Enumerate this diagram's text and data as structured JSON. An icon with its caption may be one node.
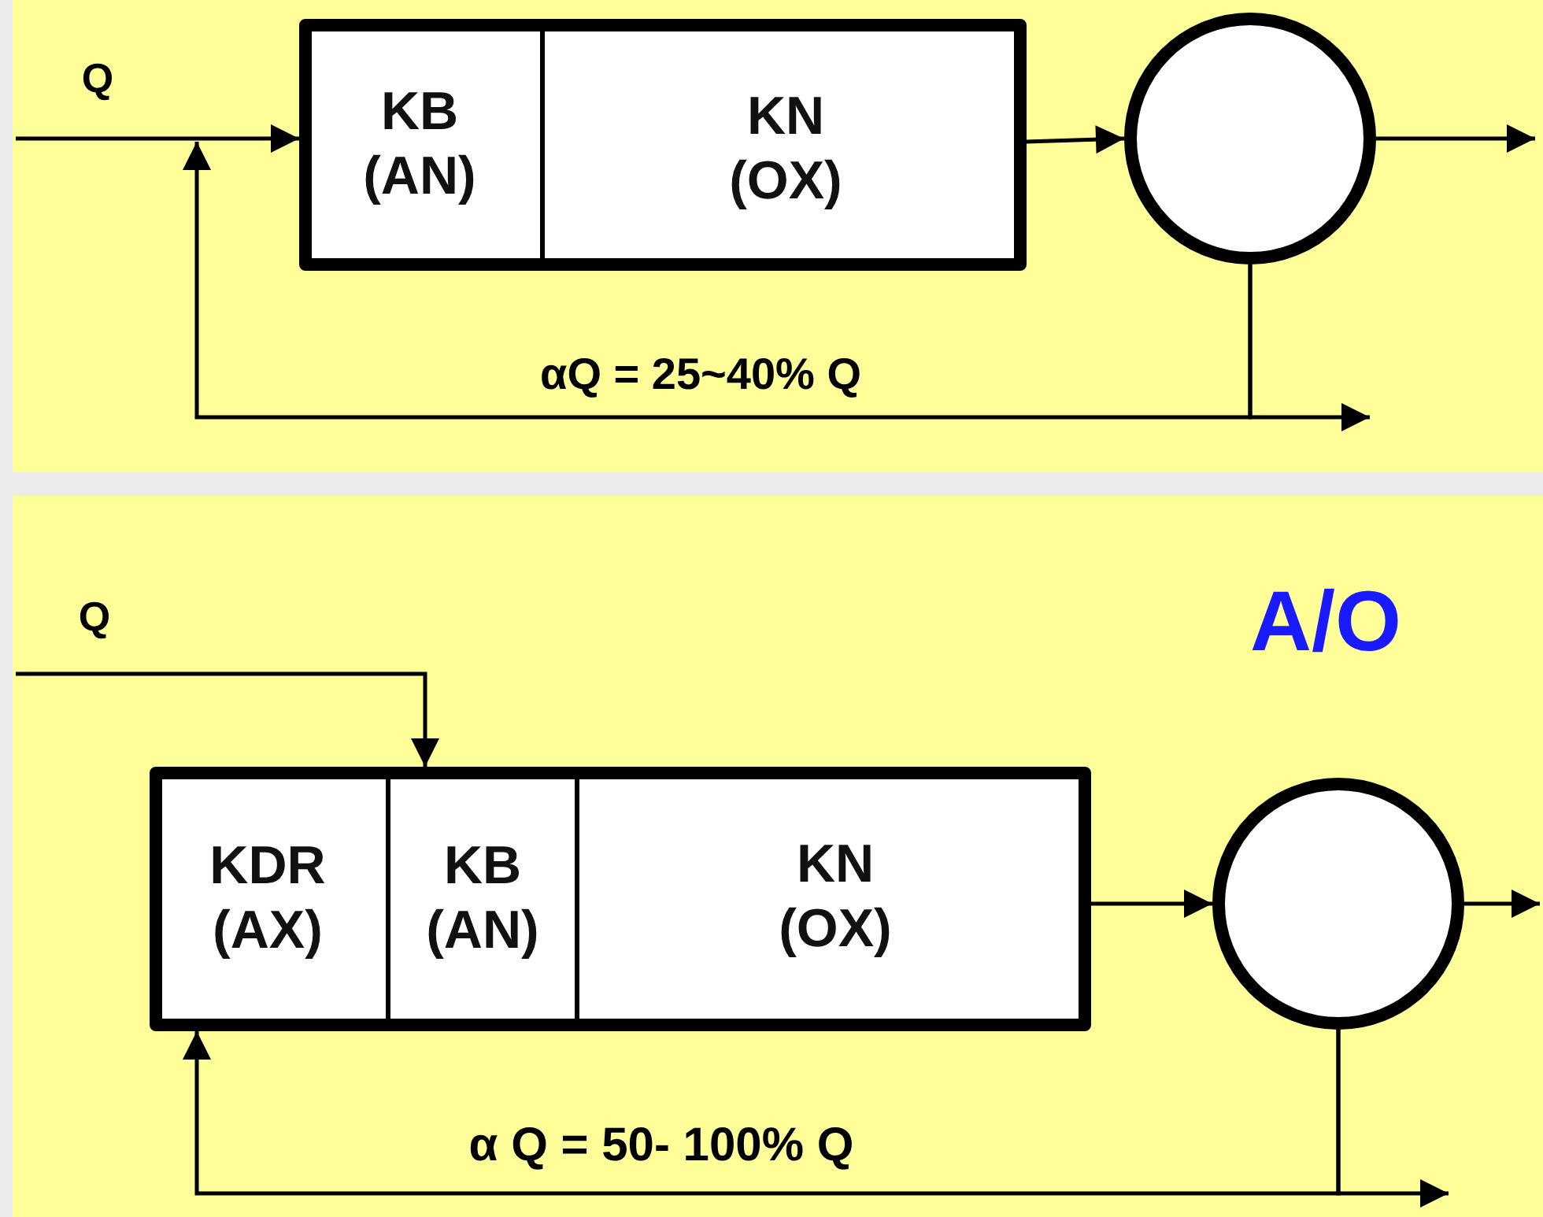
{
  "diagram": {
    "nodes": [
      {
        "text": [],
        "shape": "box"
      },
      {
        "text": [
          "KB (AN)"
        ],
        "in": 0
      },
      {
        "text": [
          "KN (OX)"
        ],
        "in": 0
      },
      {
        "text": [],
        "shape": "circle"
      },
      {
        "text": [],
        "shape": "box"
      },
      {
        "text": [
          "KDR (AX)"
        ],
        "in": 4
      },
      {
        "text": [
          "KB (AN)"
        ],
        "in": 4
      },
      {
        "text": [
          "KN (OX)"
        ],
        "in": 4
      },
      {
        "text": [],
        "shape": "circle"
      }
    ],
    "edges": [
      {
        "from": null,
        "to": 0,
        "arrow": "to",
        "label": "Q"
      },
      {
        "from": 0,
        "to": 3,
        "arrow": "to"
      },
      {
        "from": 3,
        "to": null,
        "arrow": "to"
      },
      {
        "from": 3,
        "to": null,
        "arrow": "to",
        "label": "αQ = 25~40% Q"
      },
      {
        "from": 3,
        "to": null,
        "arrow": "to"
      },
      {
        "from": null,
        "to": 6,
        "arrow": "to",
        "label": "Q"
      },
      {
        "from": 4,
        "to": 8,
        "arrow": "to"
      },
      {
        "from": 8,
        "to": null,
        "arrow": "to"
      },
      {
        "from": 8,
        "to": 4,
        "arrow": "to",
        "label": "α Q = 50- 100% Q"
      },
      {
        "from": 8,
        "to": null,
        "arrow": "to"
      }
    ],
    "labels": [
      "A/O"
    ]
  }
}
